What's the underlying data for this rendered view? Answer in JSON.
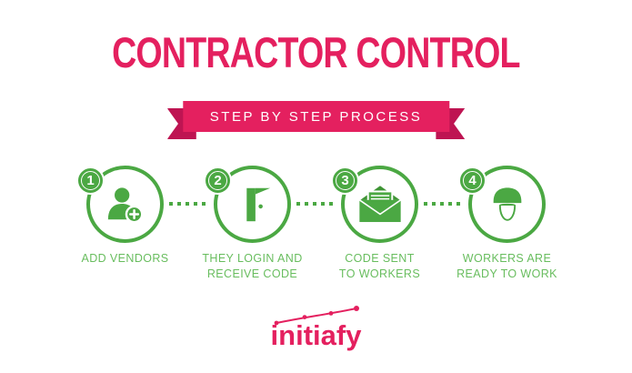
{
  "title": "CONTRACTOR CONTROL",
  "ribbon": {
    "label": "STEP BY STEP PROCESS"
  },
  "steps": [
    {
      "number": "1",
      "icon": "add-person-icon",
      "label": "ADD VENDORS"
    },
    {
      "number": "2",
      "icon": "open-door-icon",
      "label": "THEY LOGIN AND\nRECEIVE CODE"
    },
    {
      "number": "3",
      "icon": "envelope-icon",
      "label": "CODE SENT\nTO WORKERS"
    },
    {
      "number": "4",
      "icon": "worker-helmet-icon",
      "label": "WORKERS ARE\nREADY TO WORK"
    }
  ],
  "logo": {
    "text": "initiafy"
  },
  "colors": {
    "pink": "#E4205F",
    "pink_dark": "#BE1452",
    "green": "#4BA843",
    "green_dark": "#3E9434",
    "green_light": "#68BD5E",
    "white": "#FFFFFF"
  }
}
